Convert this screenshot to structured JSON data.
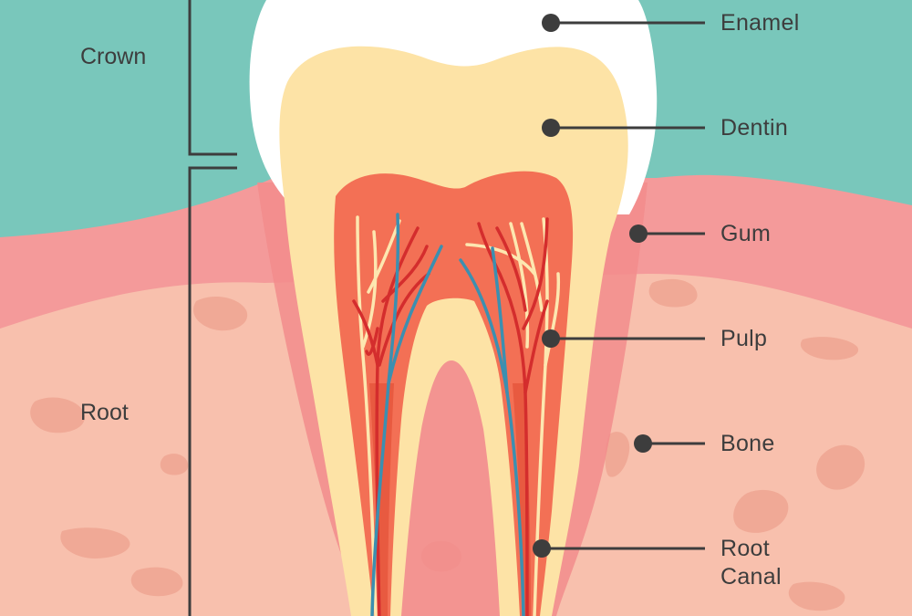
{
  "diagram": {
    "sections": {
      "crown": "Crown",
      "root": "Root"
    },
    "parts": {
      "enamel": "Enamel",
      "dentin": "Dentin",
      "gum": "Gum",
      "pulp": "Pulp",
      "bone": "Bone",
      "root_canal_line1": "Root",
      "root_canal_line2": "Canal"
    },
    "colors": {
      "teal_background": "#79c7bb",
      "gum": "#f49a9a",
      "bone": "#f8c0ad",
      "bone_spots": "#f0a996",
      "enamel": "#ffffff",
      "dentin": "#fde3a6",
      "pulp": "#f37055",
      "pulp_edge": "#e85a40",
      "artery": "#d42d2d",
      "vein": "#3c8fb0",
      "nerve": "#fde7b0",
      "gum_lining": "#f28c8c",
      "leader_line": "#3d3d3d"
    }
  }
}
